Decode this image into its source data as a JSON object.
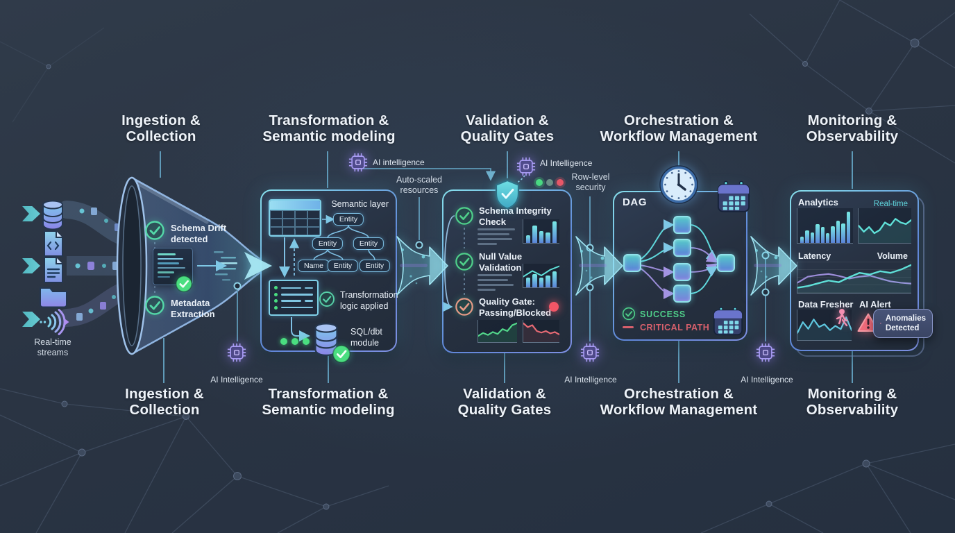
{
  "colors": {
    "background": "#2a3443",
    "accent_teal": "#5fd4dc",
    "accent_green": "#4ade80",
    "accent_red": "#ef5565",
    "accent_purple": "#9b8cf0",
    "accent_blue": "#7fa8d8",
    "title_text": "#eef3f9"
  },
  "stages": [
    {
      "id": "ingestion",
      "l1": "Ingestion &",
      "l2": "Collection"
    },
    {
      "id": "transformation",
      "l1": "Transformation &",
      "l2": "Semantic modeling"
    },
    {
      "id": "validation",
      "l1": "Validation &",
      "l2": "Quality Gates"
    },
    {
      "id": "orchestration",
      "l1": "Orchestration &",
      "l2": "Workflow Management"
    },
    {
      "id": "monitoring",
      "l1": "Monitoring &",
      "l2": "Observability"
    }
  ],
  "annotations": {
    "ai_top_left": "AI intelligence",
    "ai_top_right": "AI Intelligence",
    "ai_bottom_left": "AI Intelligence",
    "ai_bottom_mid": "AI Intelligence",
    "ai_bottom_right": "AI Intelligence",
    "auto_scaled": {
      "l1": "Auto-scaled",
      "l2": "resources"
    },
    "row_level": {
      "l1": "Row-level",
      "l2": "security"
    }
  },
  "ingestion": {
    "realtime": {
      "l1": "Real-time",
      "l2": "streams"
    },
    "schema_drift": {
      "l1": "Schema Drift",
      "l2": "detected"
    },
    "metadata": {
      "l1": "Metadata",
      "l2": "Extraction"
    }
  },
  "transformation": {
    "semantic_layer": "Semantic layer",
    "entity_labels": [
      "Entity",
      "Entity",
      "Entity",
      "Name",
      "Entity",
      "Entity"
    ],
    "logic": {
      "l1": "Transformation",
      "l2": "logic applied"
    },
    "module": {
      "l1": "SQL/dbt",
      "l2": "module"
    }
  },
  "validation": {
    "rows": [
      {
        "l1": "Schema Integrity",
        "l2": "Check"
      },
      {
        "l1": "Null Value",
        "l2": "Validation"
      },
      {
        "l1": "Quality Gate:",
        "l2": "Passing/Blocked"
      }
    ],
    "row1_bars": [
      0.35,
      0.8,
      0.55,
      0.5,
      1.0
    ],
    "row2_bars": [
      0.45,
      0.6,
      0.45,
      0.55,
      0.75
    ],
    "row2_line": [
      0.45,
      0.72,
      0.5,
      0.78,
      0.95
    ],
    "pass_spark": [
      0.25,
      0.4,
      0.3,
      0.45,
      0.35,
      0.6,
      0.5,
      0.8,
      0.9
    ],
    "block_spark": [
      0.9,
      0.7,
      0.8,
      0.5,
      0.42,
      0.5,
      0.38,
      0.45,
      0.32
    ]
  },
  "orchestration": {
    "dag_label": "DAG",
    "success_label": "SUCCESS",
    "critical_label": "CRITICAL PATH"
  },
  "monitoring": {
    "analytics": "Analytics",
    "realtime": "Real-time",
    "latency": "Latency",
    "volume": "Volume",
    "data_fresher": "Data Fresher",
    "ai_alert": "AI Alert",
    "anomalies": {
      "l1": "Anomalies",
      "l2": "Detected"
    },
    "bars": [
      0.2,
      0.38,
      0.32,
      0.58,
      0.48,
      0.3,
      0.52,
      0.68,
      0.6,
      0.95
    ],
    "realtime_line": [
      0.5,
      0.3,
      0.45,
      0.25,
      0.35,
      0.6,
      0.5,
      0.72,
      0.6,
      0.55,
      0.68
    ],
    "volume_line": [
      0.12,
      0.18,
      0.28,
      0.38,
      0.32,
      0.5,
      0.66,
      0.6,
      0.72,
      0.66,
      0.78,
      0.95
    ],
    "latency_line": [
      0.3,
      0.52,
      0.58,
      0.62,
      0.55,
      0.45,
      0.52,
      0.56,
      0.45,
      0.35,
      0.3,
      0.27
    ],
    "fresher_line": [
      0.2,
      0.6,
      0.35,
      0.7,
      0.42,
      0.52,
      0.3,
      0.46,
      0.34,
      0.78,
      0.3
    ]
  }
}
